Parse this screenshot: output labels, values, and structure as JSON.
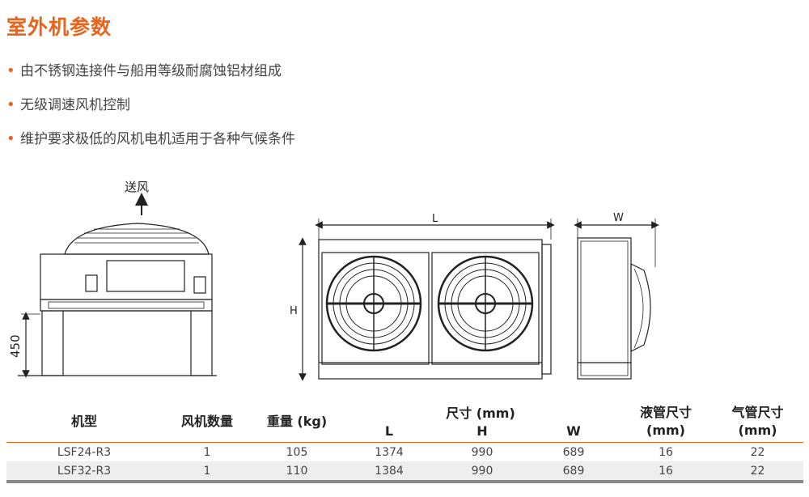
{
  "title": "室外机参数",
  "bullets": [
    "由不锈钢连接件与船用等级耐腐蚀铝材组成",
    "无级调速风机控制",
    "维护要求极低的风机电机适用于各种气候条件"
  ],
  "drawing": {
    "airflow_label": "送风",
    "height_dim": "450",
    "L": "L",
    "H": "H",
    "W": "W"
  },
  "colors": {
    "accent": "#e8641c",
    "line": "#222222",
    "row_alt": "#eeeeee"
  },
  "table": {
    "headers": {
      "model": "机型",
      "fans": "风机数量",
      "weight": "重量 (kg)",
      "dims": "尺寸 (mm)",
      "L": "L",
      "H": "H",
      "W": "W",
      "liquid": "液管尺寸\n(mm)",
      "gas": "气管尺寸\n(mm)"
    },
    "rows": [
      {
        "model": "LSF24-R3",
        "fans": "1",
        "weight": "105",
        "L": "1374",
        "H": "990",
        "W": "689",
        "liquid": "16",
        "gas": "22"
      },
      {
        "model": "LSF32-R3",
        "fans": "1",
        "weight": "110",
        "L": "1384",
        "H": "990",
        "W": "689",
        "liquid": "16",
        "gas": "22"
      }
    ]
  }
}
